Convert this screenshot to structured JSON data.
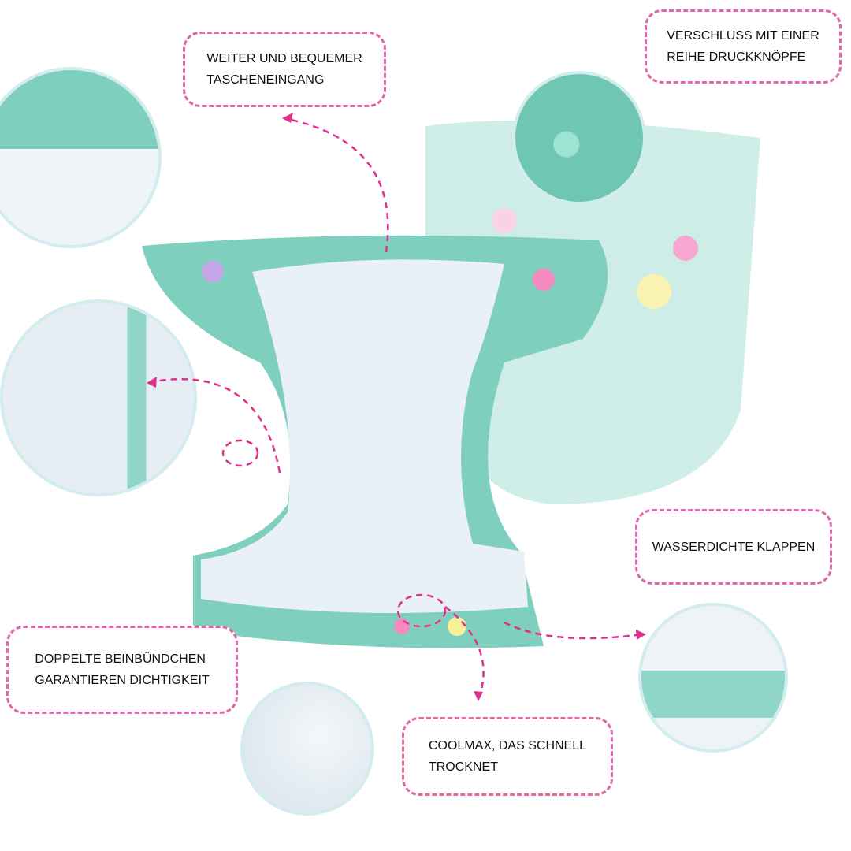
{
  "callouts": {
    "pocket": "WEITER UND BEQUEMER\nTASCHENEINGANG",
    "snaps": "VERSCHLUSS MIT EINER\nREIHE DRUCKKNÖPFE",
    "flaps": "WASSERDICHTE KLAPPEN",
    "gussets": "DOPPELTE BEINBÜNDCHEN\nGARANTIEREN DICHTIGKEIT",
    "coolmax": "COOLMAX, DAS SCHNELL\nTROCKNET"
  },
  "colors": {
    "accent": "#e266a8",
    "fabric": "#8fd6c8",
    "lining": "#e8f1f5"
  }
}
